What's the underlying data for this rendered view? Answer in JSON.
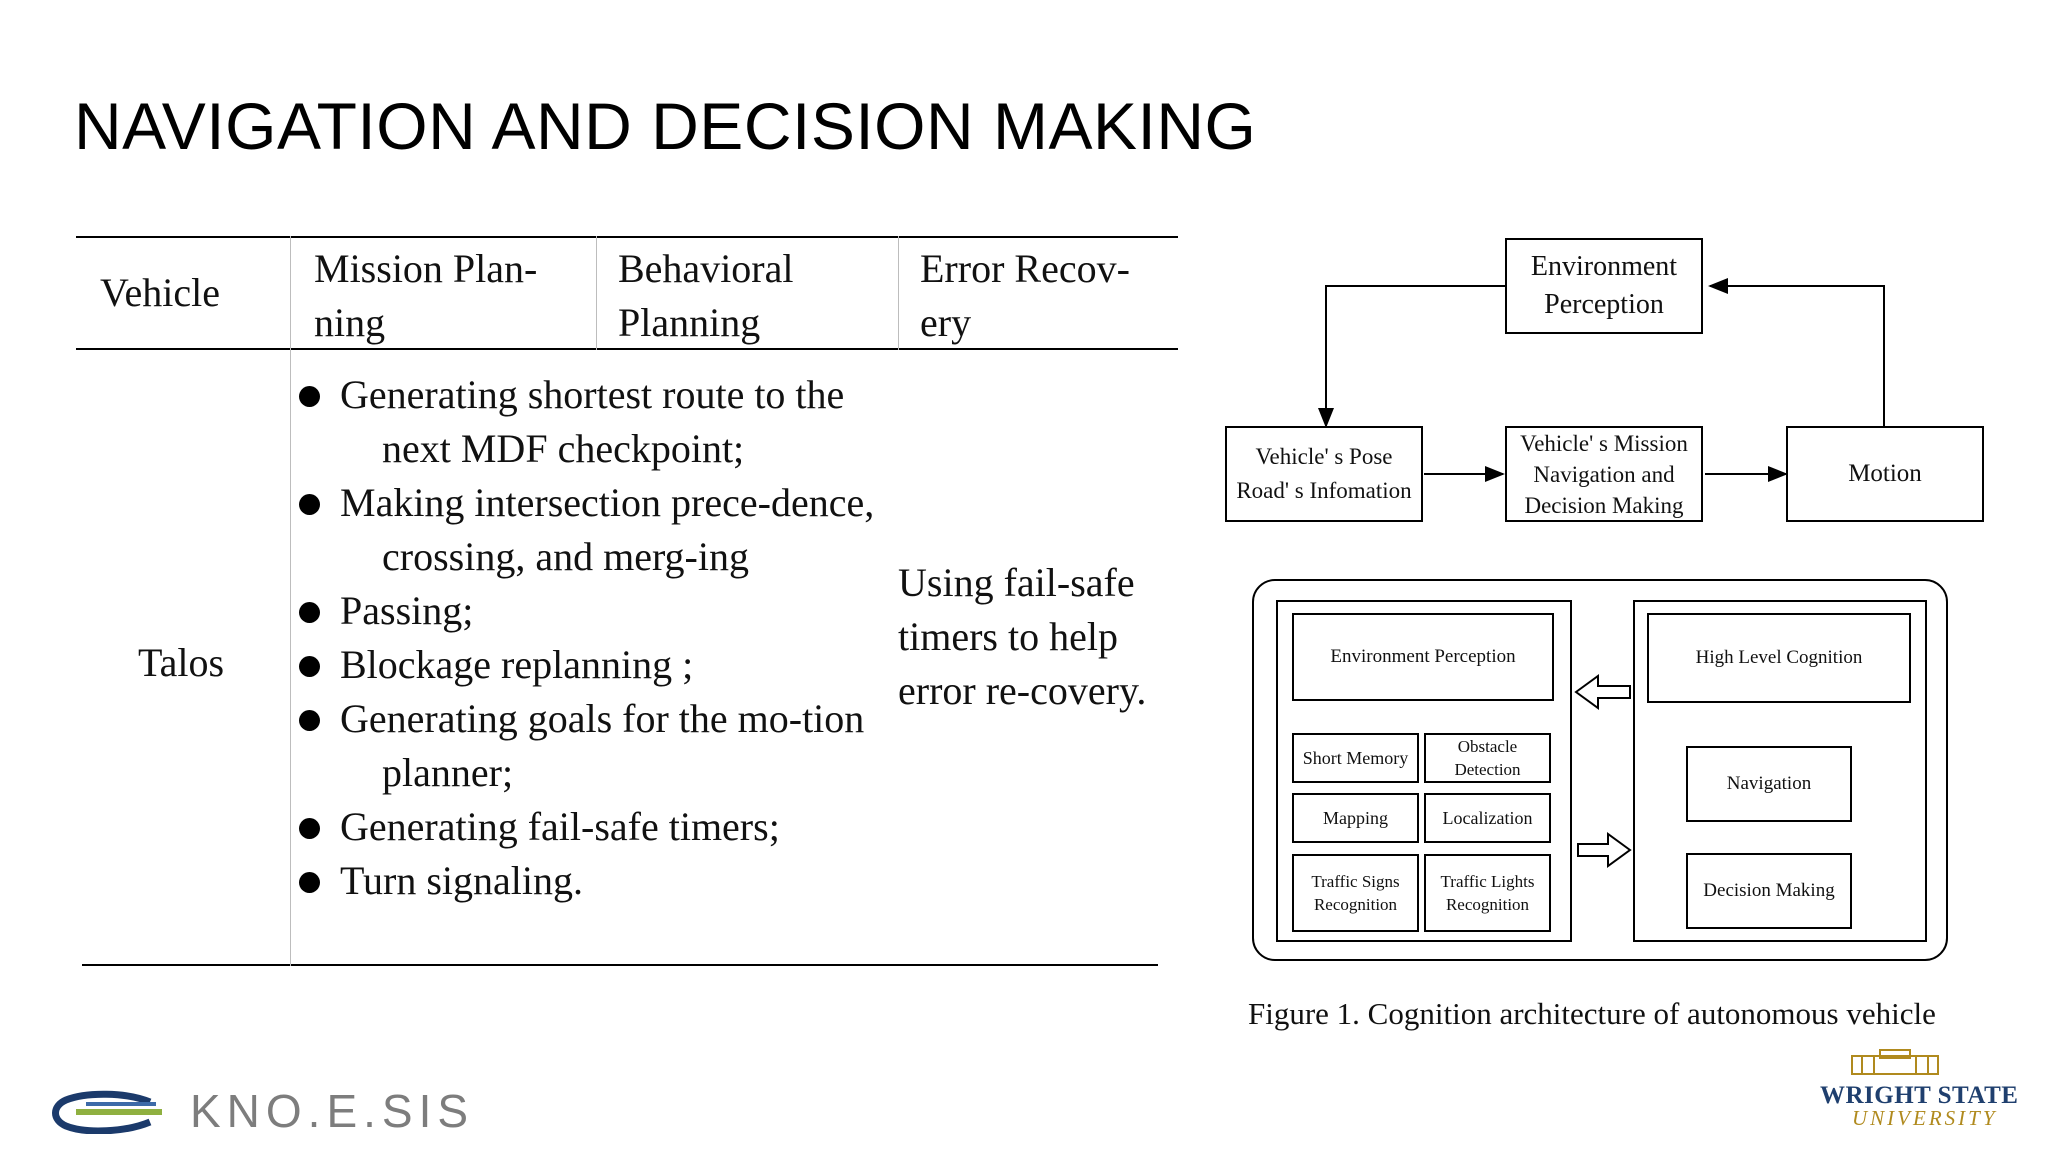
{
  "slide": {
    "title": "NAVIGATION AND DECISION MAKING"
  },
  "table": {
    "headers": [
      "Vehicle",
      "Mission Plan-\nning",
      "Behavioral\nPlanning",
      "Error Recov-\nery"
    ],
    "vehicle": "Talos",
    "behaviors": [
      "Generating shortest route to the next MDF checkpoint;",
      "Making intersection prece-dence, crossing, and merg-ing",
      "Passing;",
      "Blockage replanning ;",
      "Generating goals for the mo-tion planner;",
      "Generating fail-safe timers;",
      "Turn signaling."
    ],
    "error_recovery": "Using fail-safe timers to help error re-covery."
  },
  "flow_diagram": {
    "environment": [
      "Environment",
      "Perception"
    ],
    "pose": [
      "Vehicle' s Pose",
      "Road' s Infomation"
    ],
    "mission": [
      "Vehicle' s Mission",
      "Navigation and",
      "Decision Making"
    ],
    "motion": "Motion"
  },
  "cognition_diagram": {
    "env_perception": "Environment Perception",
    "short_memory": "Short Memory",
    "obstacle": [
      "Obstacle",
      "Detection"
    ],
    "mapping": "Mapping",
    "localization": "Localization",
    "traffic_signs": [
      "Traffic Signs",
      "Recognition"
    ],
    "traffic_lights": [
      "Traffic Lights",
      "Recognition"
    ],
    "high_level": "High Level Cognition",
    "navigation": "Navigation",
    "decision": "Decision Making"
  },
  "caption": "Figure 1. Cognition architecture of autonomous vehicle",
  "logos": {
    "knoesis": "KNO.E.SIS",
    "wsu_name": "WRIGHT STATE",
    "wsu_sub": "UNIVERSITY"
  }
}
